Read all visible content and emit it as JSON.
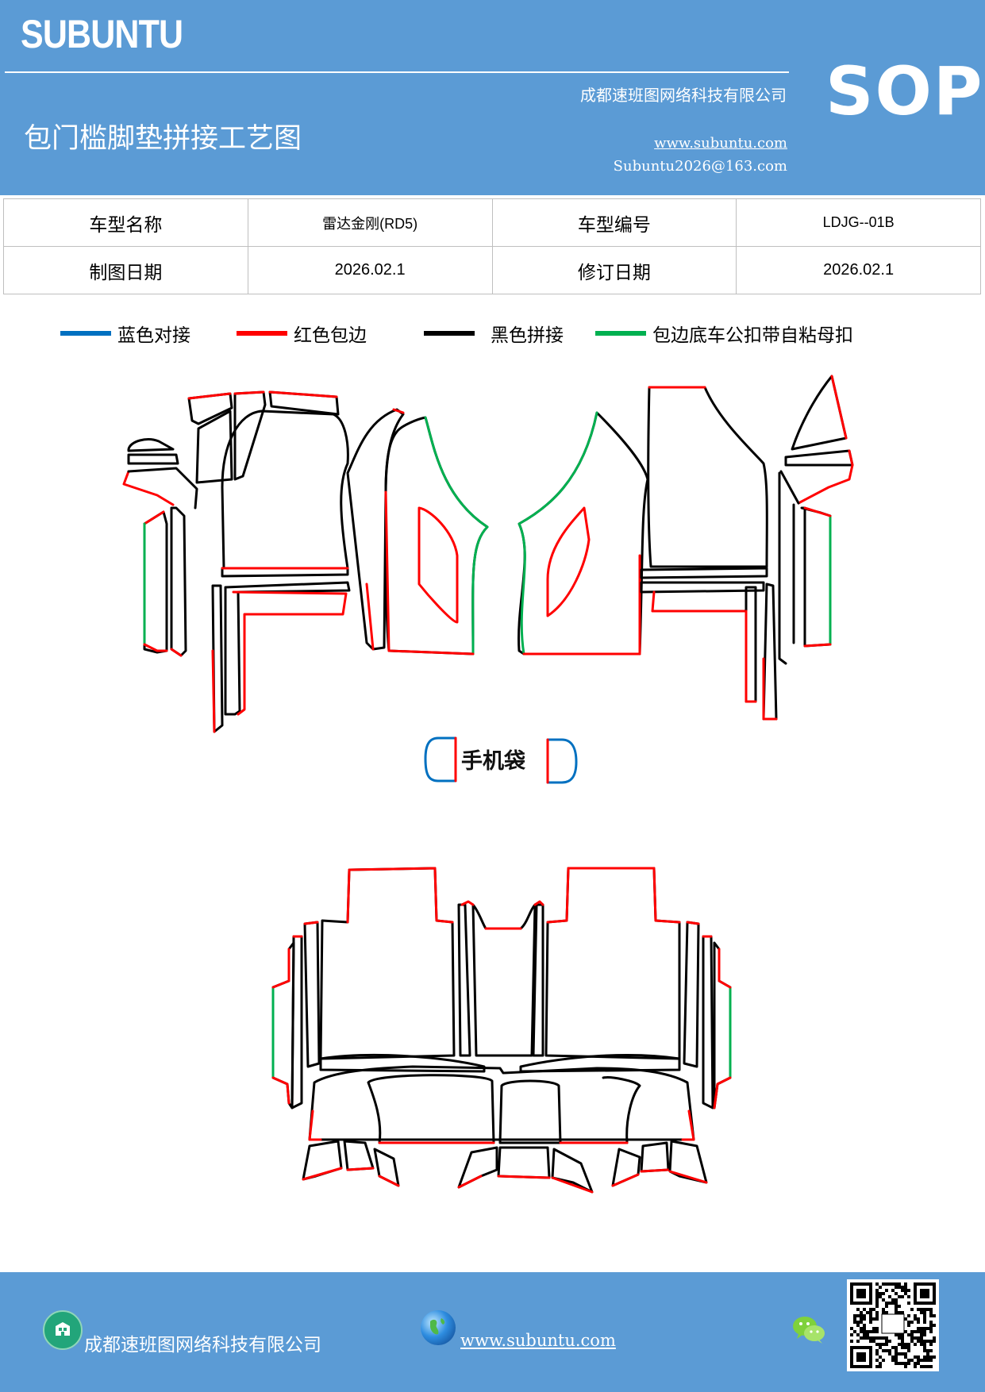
{
  "header": {
    "brand": "SUBUNTU",
    "badge": "SOP",
    "company": "成都速班图网络科技有限公司",
    "title": "包门槛脚垫拼接工艺图",
    "website": "www.subuntu.com",
    "email": "Subuntu2026@163.com"
  },
  "info_table": {
    "model_name_label": "车型名称",
    "model_name_value": "雷达金刚(RD5)",
    "model_code_label": "车型编号",
    "model_code_value": "LDJG--01B",
    "draw_date_label": "制图日期",
    "draw_date_value": "2026.02.1",
    "revise_date_label": "修订日期",
    "revise_date_value": "2026.02.1"
  },
  "legend": [
    {
      "label": "蓝色对接",
      "color": "#0070c0"
    },
    {
      "label": "红色包边",
      "color": "#ff0000"
    },
    {
      "label": "黑色拼接",
      "color": "#000000"
    },
    {
      "label": "包边底车公扣带自粘母扣",
      "color": "#00b050"
    }
  ],
  "diagram": {
    "phone_pocket_label": "手机袋"
  },
  "footer": {
    "company": "成都速班图网络科技有限公司",
    "website": "www.subuntu.com",
    "icons": [
      "building-icon",
      "globe-icon",
      "wechat-icon",
      "qr-code"
    ]
  }
}
